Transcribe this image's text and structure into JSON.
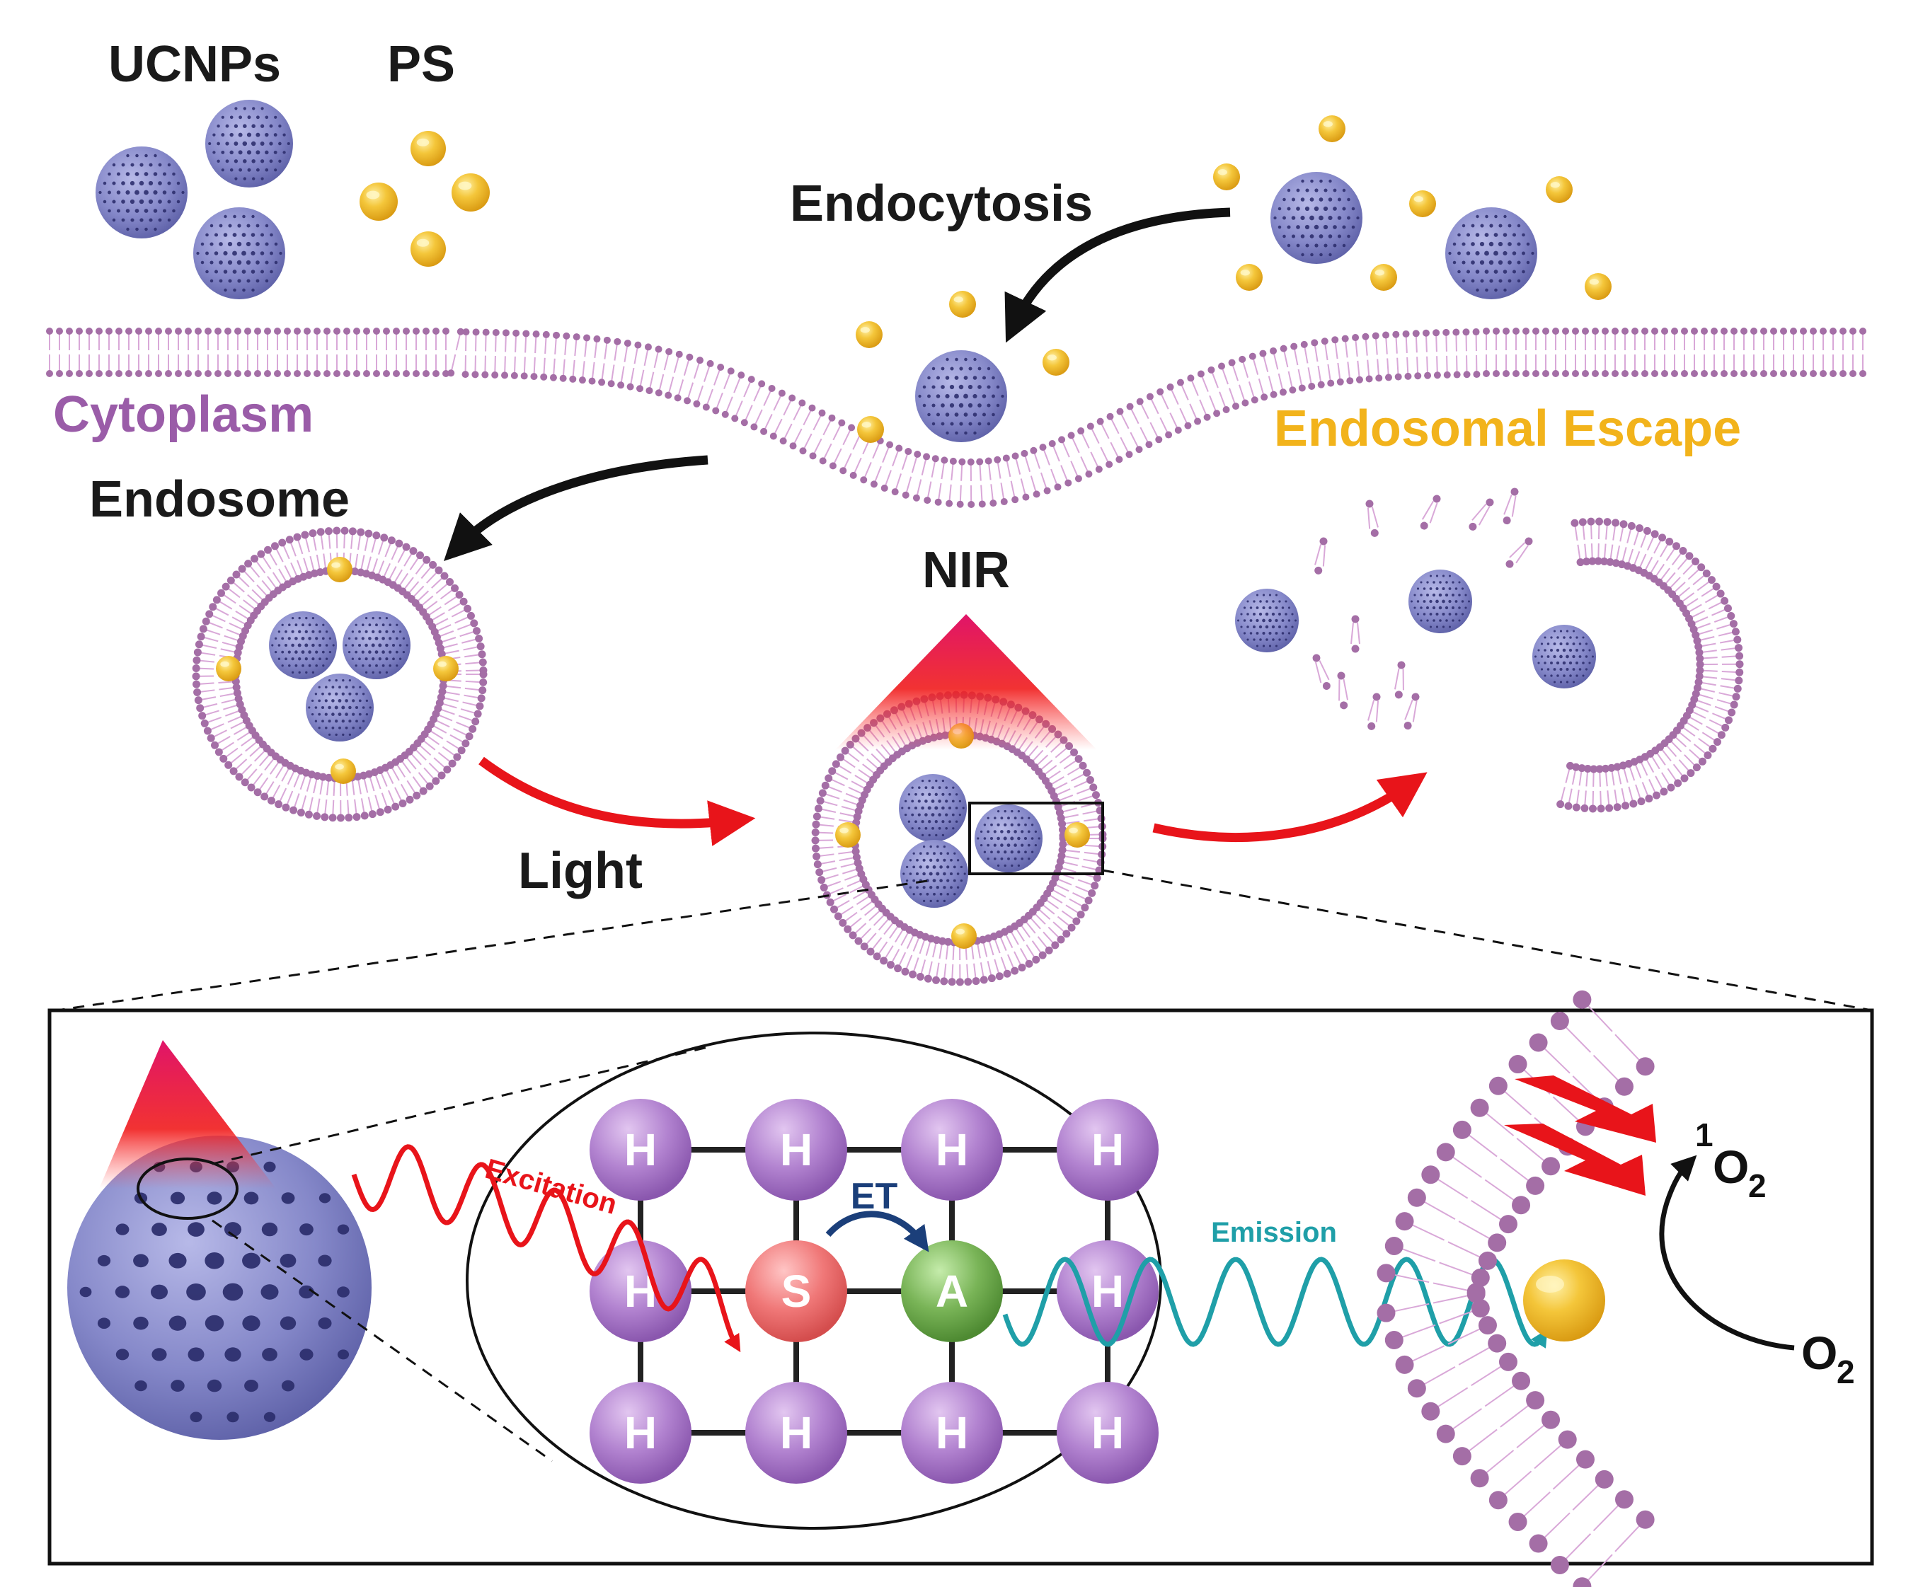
{
  "labels": {
    "ucnps": "UCNPs",
    "ps": "PS",
    "endocytosis": "Endocytosis",
    "cytoplasm": "Cytoplasm",
    "endosome": "Endosome",
    "endosomal_escape": "Endosomal Escape",
    "nir": "NIR",
    "light": "Light",
    "excitation": "Excitation",
    "et": "ET",
    "emission": "Emission",
    "singlet_oxygen_sup": "1",
    "singlet_oxygen": "O",
    "singlet_oxygen_sub": "2",
    "oxygen": "O",
    "oxygen_sub": "2"
  },
  "lattice": {
    "rows": [
      [
        "H",
        "H",
        "H",
        "H"
      ],
      [
        "H",
        "S",
        "A",
        "H"
      ],
      [
        "H",
        "H",
        "H",
        "H"
      ]
    ]
  },
  "colors": {
    "ucnp": "#6f73b8",
    "ucnp_dot": "#2d2f6e",
    "ps": "#f0b82a",
    "lipid": "#a46ea6",
    "lipid_tail": "#d9a8d8",
    "arrow_black": "#111111",
    "arrow_red": "#e8141a",
    "cytoplasm_text": "#9a5ca8",
    "escape_text": "#f2b31b",
    "host": "#a675c8",
    "sensitizer": "#ef6f6f",
    "activator": "#6fae4c",
    "excitation": "#e8141a",
    "emission": "#1f9fa8",
    "et_arrow": "#1b3f7a"
  }
}
